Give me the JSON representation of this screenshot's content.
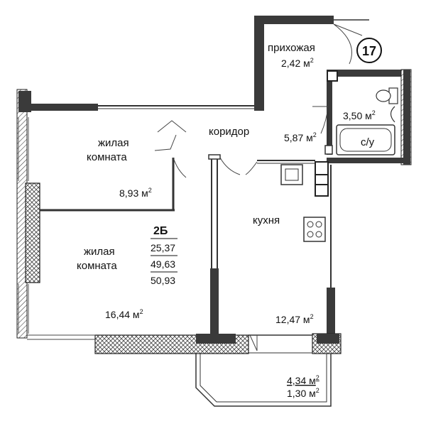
{
  "apartment": {
    "number": "17",
    "type": "2Б",
    "living_area": "25,37",
    "total_area": "49,63",
    "total_area_with_balcony": "50,93"
  },
  "rooms": {
    "hallway": {
      "name": "прихожая",
      "area": "2,42 м",
      "unit_sup": "2"
    },
    "bathroom": {
      "name": "с/у",
      "area": "3,50 м",
      "unit_sup": "2"
    },
    "corridor": {
      "name": "коридор",
      "area": "5,87 м",
      "unit_sup": "2"
    },
    "living_room_1": {
      "name_line1": "жилая",
      "name_line2": "комната",
      "area": "8,93 м",
      "unit_sup": "2"
    },
    "living_room_2": {
      "name_line1": "жилая",
      "name_line2": "комната",
      "area": "16,44 м",
      "unit_sup": "2"
    },
    "kitchen": {
      "name": "кухня",
      "area": "12,47 м",
      "unit_sup": "2"
    },
    "balcony": {
      "area": "4,34 м",
      "area_reduced": "1,30 м",
      "unit_sup": "2"
    }
  },
  "colors": {
    "wall": "#3a3a3a",
    "wall_dark": "#1a1a1a",
    "hatch": "#555555",
    "background": "#ffffff"
  }
}
